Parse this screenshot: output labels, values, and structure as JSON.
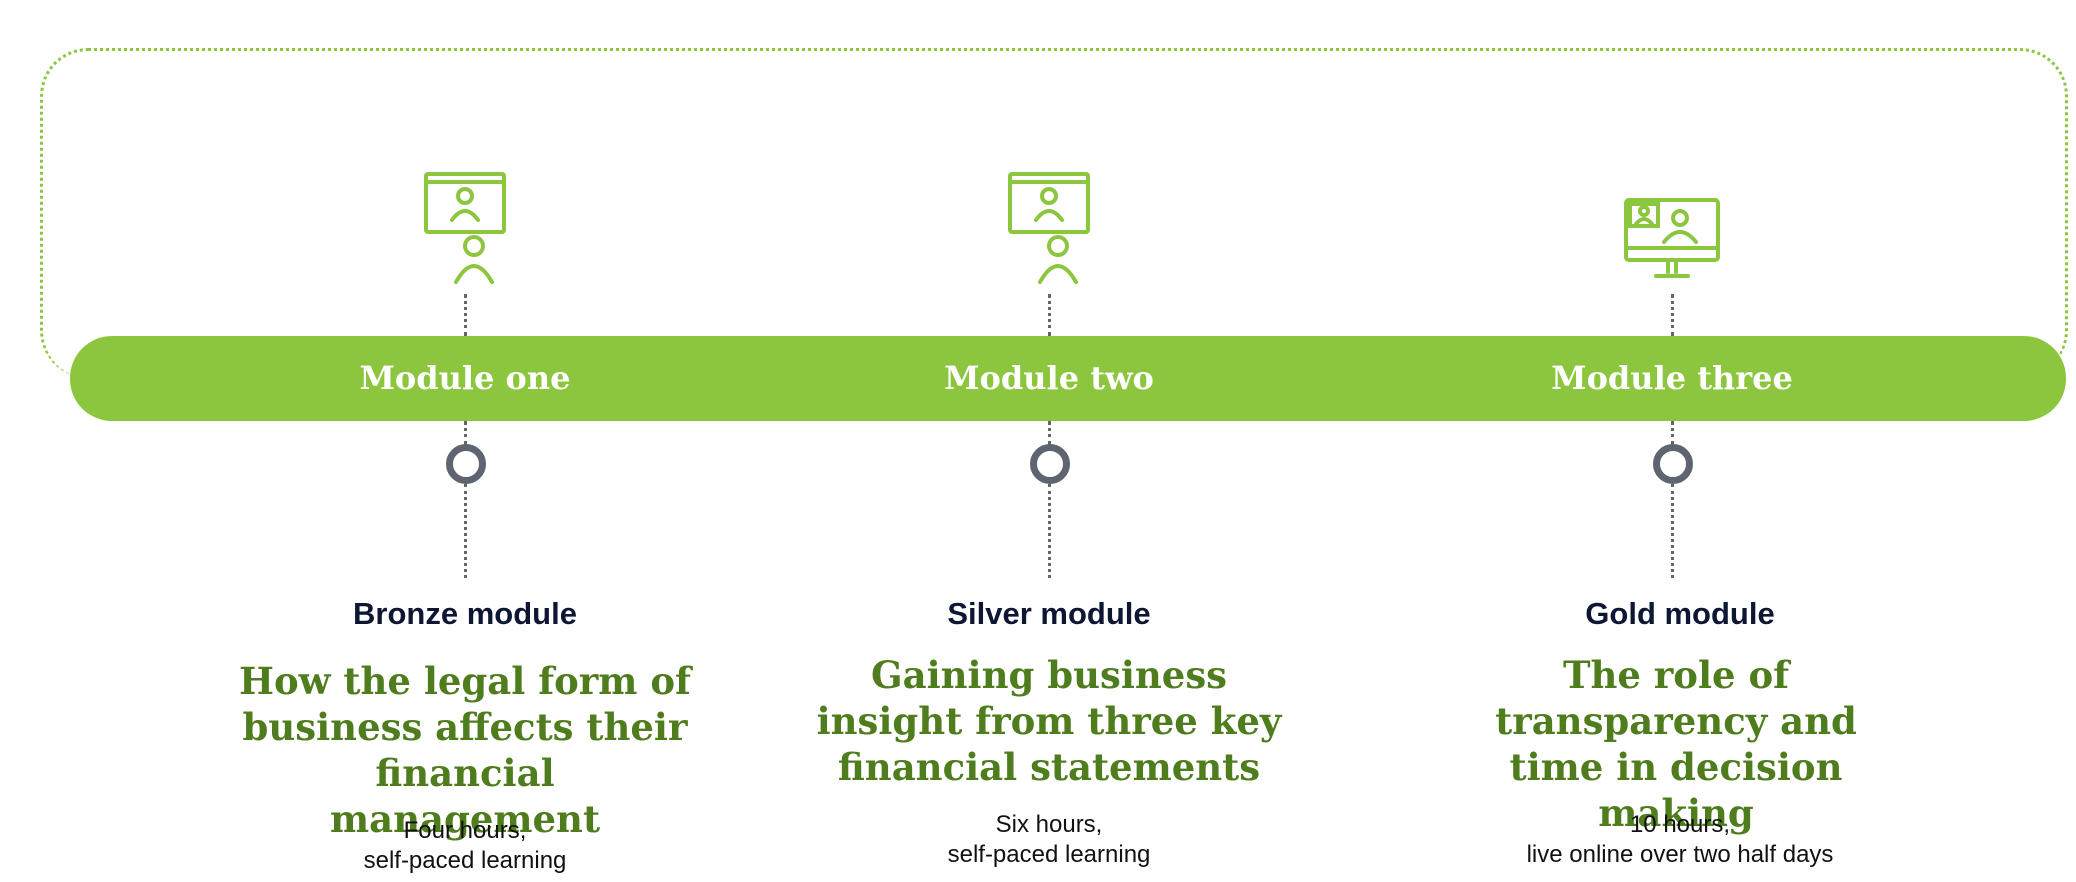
{
  "colors": {
    "accent": "#8cc63f",
    "title_green": "#4f7d1e",
    "navy": "#0d1733",
    "ring": "#5e6570"
  },
  "modules": [
    {
      "label": "Module one",
      "icon": "presenter-screen-icon",
      "level": "Bronze module",
      "title": "How the legal form of business affects their financial management",
      "duration_line1": "Four hours,",
      "duration_line2": "self-paced learning"
    },
    {
      "label": "Module two",
      "icon": "presenter-screen-icon",
      "level": "Silver module",
      "title": "Gaining business insight from three key financial statements",
      "duration_line1": "Six hours,",
      "duration_line2": "self-paced learning"
    },
    {
      "label": "Module three",
      "icon": "video-call-monitor-icon",
      "level": "Gold module",
      "title": "The role of transparency and time in decision making",
      "duration_line1": "10 hours,",
      "duration_line2": "live online over two half days"
    }
  ]
}
